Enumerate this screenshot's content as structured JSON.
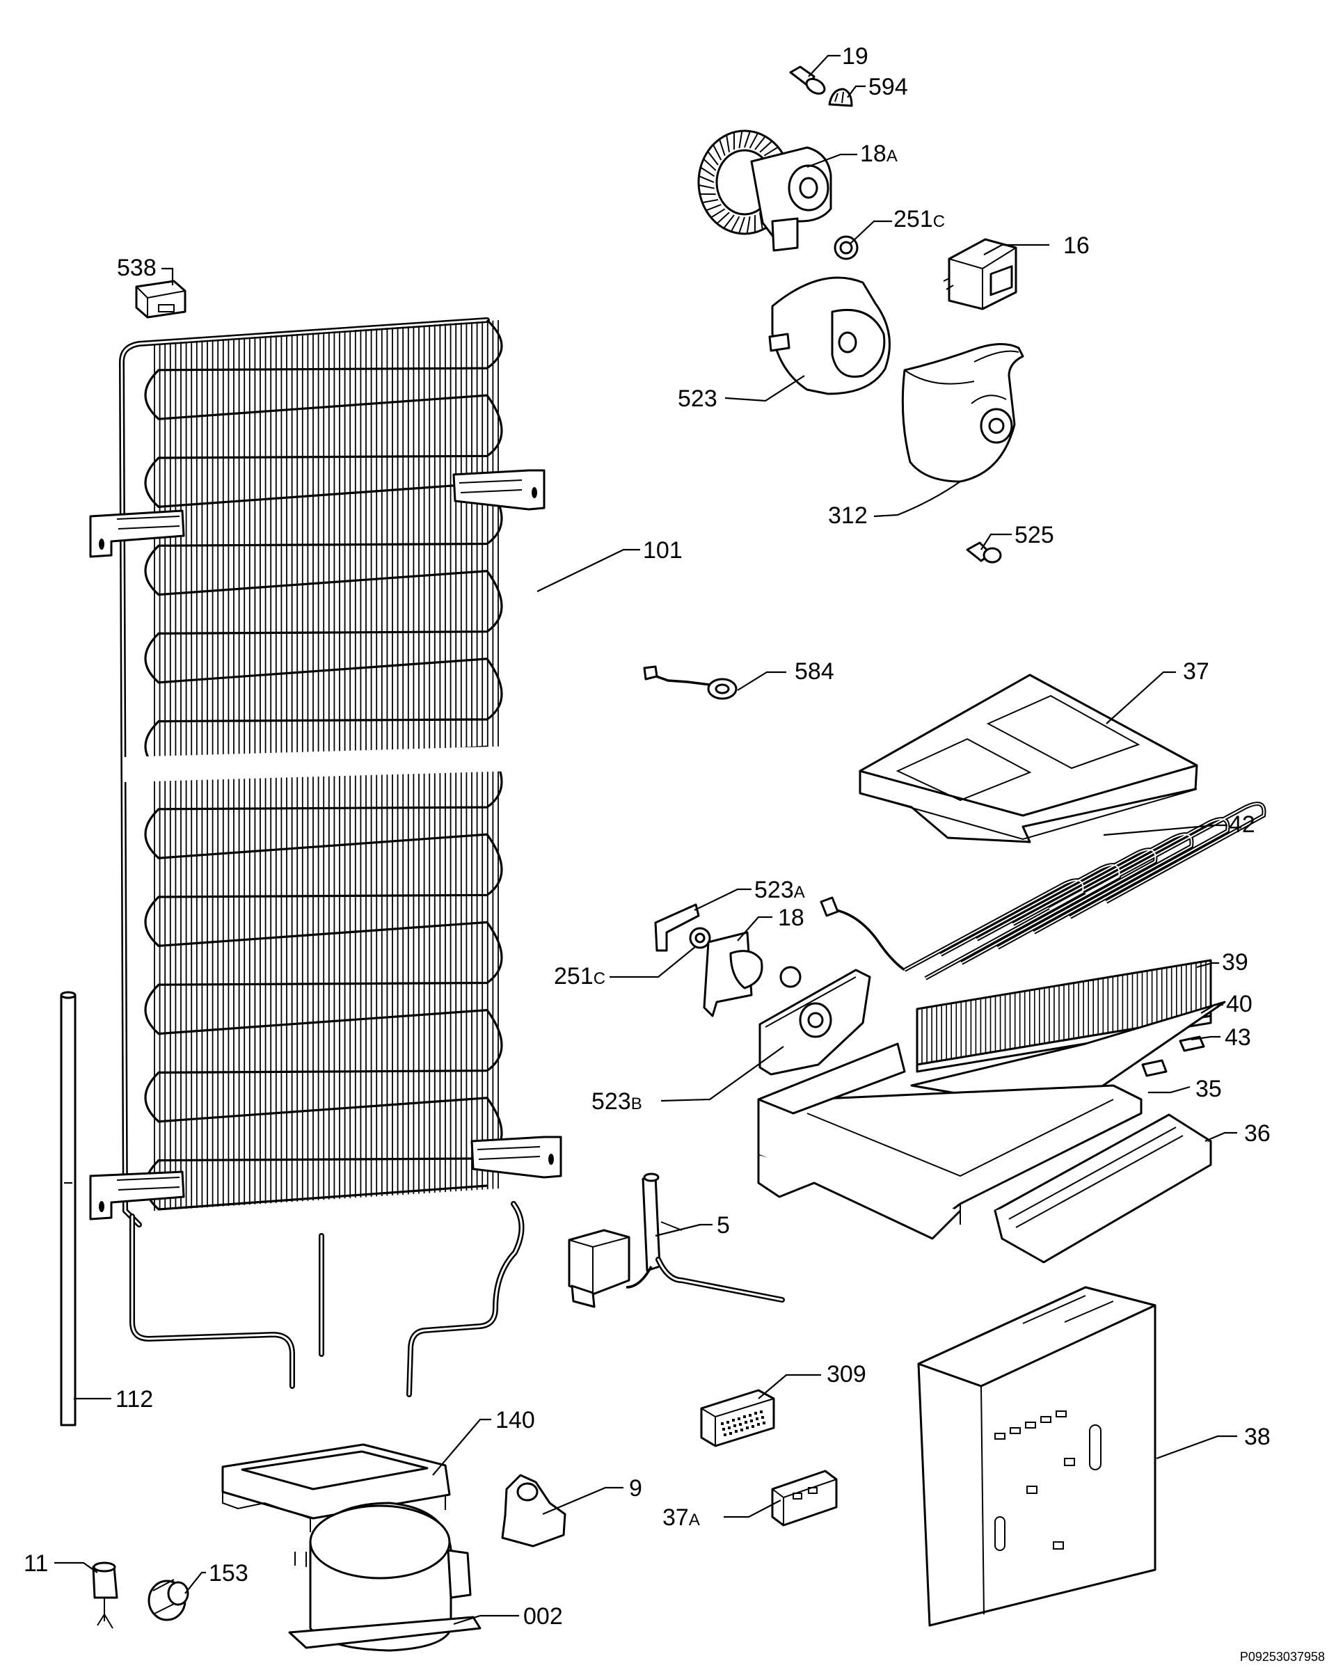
{
  "drawing_code": "P09253037958",
  "labels": [
    {
      "id": "19",
      "text": "19",
      "suffix": ""
    },
    {
      "id": "594",
      "text": "594",
      "suffix": ""
    },
    {
      "id": "18A",
      "text": "18",
      "suffix": "A"
    },
    {
      "id": "251C_top",
      "text": "251",
      "suffix": "C"
    },
    {
      "id": "16",
      "text": "16",
      "suffix": ""
    },
    {
      "id": "538",
      "text": "538",
      "suffix": ""
    },
    {
      "id": "523",
      "text": "523",
      "suffix": ""
    },
    {
      "id": "312",
      "text": "312",
      "suffix": ""
    },
    {
      "id": "525",
      "text": "525",
      "suffix": ""
    },
    {
      "id": "101",
      "text": "101",
      "suffix": ""
    },
    {
      "id": "584",
      "text": "584",
      "suffix": ""
    },
    {
      "id": "37",
      "text": "37",
      "suffix": ""
    },
    {
      "id": "42",
      "text": "42",
      "suffix": ""
    },
    {
      "id": "523A",
      "text": "523",
      "suffix": "A"
    },
    {
      "id": "18",
      "text": "18",
      "suffix": ""
    },
    {
      "id": "251C_mid",
      "text": "251",
      "suffix": "C"
    },
    {
      "id": "39",
      "text": "39",
      "suffix": ""
    },
    {
      "id": "40",
      "text": "40",
      "suffix": ""
    },
    {
      "id": "43",
      "text": "43",
      "suffix": ""
    },
    {
      "id": "523B",
      "text": "523",
      "suffix": "B"
    },
    {
      "id": "35",
      "text": "35",
      "suffix": ""
    },
    {
      "id": "36",
      "text": "36",
      "suffix": ""
    },
    {
      "id": "5",
      "text": "5",
      "suffix": ""
    },
    {
      "id": "309",
      "text": "309",
      "suffix": ""
    },
    {
      "id": "112",
      "text": "112",
      "suffix": ""
    },
    {
      "id": "140",
      "text": "140",
      "suffix": ""
    },
    {
      "id": "38",
      "text": "38",
      "suffix": ""
    },
    {
      "id": "9",
      "text": "9",
      "suffix": ""
    },
    {
      "id": "37A",
      "text": "37",
      "suffix": "A"
    },
    {
      "id": "11",
      "text": "11",
      "suffix": ""
    },
    {
      "id": "153",
      "text": "153",
      "suffix": ""
    },
    {
      "id": "002",
      "text": "002",
      "suffix": ""
    }
  ]
}
